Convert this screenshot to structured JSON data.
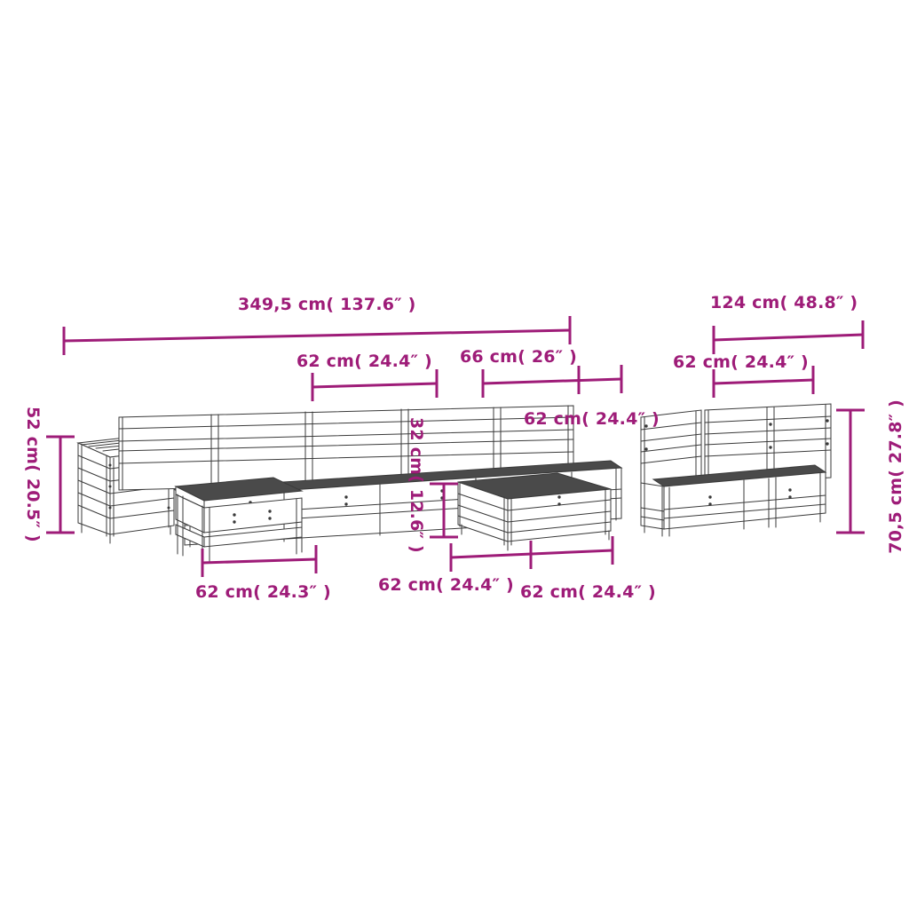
{
  "drawing": {
    "title": "Outdoor Garden Lounge Set Dimension Drawing",
    "background_color": "#ffffff",
    "dimension_color": "#9e1c78",
    "line_color": "#333333",
    "seat_fill": "#4a4a4a"
  },
  "dimensions": {
    "overall_width": {
      "label": "349,5 cm( 137.6″ )",
      "value_cm": 349.5,
      "value_in": 137.6,
      "orientation": "horizontal",
      "position": "top-left-span"
    },
    "sofa_module_width": {
      "label": "62 cm( 24.4″ )",
      "value_cm": 62,
      "value_in": 24.4,
      "orientation": "horizontal",
      "position": "top-middle-left"
    },
    "corner_module_width": {
      "label": "66 cm( 26″ )",
      "value_cm": 66,
      "value_in": 26,
      "orientation": "horizontal",
      "position": "top-middle-right"
    },
    "right_set_width": {
      "label": "124 cm( 48.8″ )",
      "value_cm": 124,
      "value_in": 48.8,
      "orientation": "horizontal",
      "position": "top-right-span"
    },
    "right_module_width": {
      "label": "62 cm( 24.4″ )",
      "value_cm": 62,
      "value_in": 24.4,
      "orientation": "horizontal",
      "position": "top-right-lower"
    },
    "middle_depth": {
      "label": "62 cm( 24.4″ )",
      "value_cm": 62,
      "value_in": 24.4,
      "orientation": "horizontal",
      "position": "middle-right-inline"
    },
    "box_height": {
      "label": "52 cm( 20.5″ )",
      "value_cm": 52,
      "value_in": 20.5,
      "orientation": "vertical",
      "position": "far-left"
    },
    "seat_height": {
      "label": "32 cm( 12.6″ )",
      "value_cm": 32,
      "value_in": 12.6,
      "orientation": "vertical",
      "position": "center"
    },
    "backrest_height": {
      "label": "70,5 cm( 27.8″ )",
      "value_cm": 70.5,
      "value_in": 27.8,
      "orientation": "vertical",
      "position": "far-right"
    },
    "table_width": {
      "label": "62 cm( 24.3″ )",
      "value_cm": 62,
      "value_in": 24.3,
      "orientation": "horizontal",
      "position": "bottom-left"
    },
    "ottoman_width_left": {
      "label": "62 cm( 24.4″ )",
      "value_cm": 62,
      "value_in": 24.4,
      "orientation": "horizontal",
      "position": "bottom-middle-left"
    },
    "ottoman_width_right": {
      "label": "62 cm( 24.4″ )",
      "value_cm": 62,
      "value_in": 24.4,
      "orientation": "horizontal",
      "position": "bottom-middle-right"
    }
  },
  "furniture": {
    "items": [
      {
        "name": "storage-box",
        "description": "Slatted wooden storage box / side table"
      },
      {
        "name": "sofa-section-left",
        "description": "Sofa middle section with slatted backrest"
      },
      {
        "name": "coffee-table",
        "description": "Low slatted coffee table"
      },
      {
        "name": "sofa-section-center",
        "description": "Sofa middle section with slatted backrest"
      },
      {
        "name": "footstool",
        "description": "Slatted footstool / ottoman"
      },
      {
        "name": "sofa-section-right",
        "description": "Sofa middle section with slatted backrest"
      },
      {
        "name": "corner-sofa",
        "description": "Corner sofa module with two backrests"
      },
      {
        "name": "armchair",
        "description": "Slatted armchair module"
      }
    ]
  }
}
